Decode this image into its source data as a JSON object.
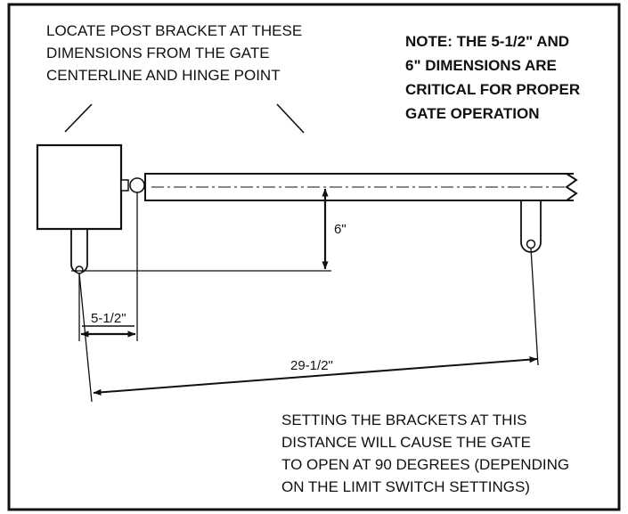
{
  "diagram": {
    "top_label": [
      "LOCATE POST BRACKET AT THESE",
      "DIMENSIONS FROM THE GATE",
      "CENTERLINE AND HINGE POINT"
    ],
    "note": [
      "NOTE: THE 5-1/2\" AND",
      "6\" DIMENSIONS ARE",
      "CRITICAL FOR PROPER",
      "GATE OPERATION"
    ],
    "dim_vertical": "6\"",
    "dim_horizontal": "5-1/2\"",
    "dim_diagonal": "29-1/2\"",
    "bottom_label": [
      "SETTING THE BRACKETS AT THIS",
      "DISTANCE WILL CAUSE THE GATE",
      "TO OPEN AT 90 DEGREES (DEPENDING",
      "ON THE LIMIT SWITCH SETTINGS)"
    ]
  }
}
